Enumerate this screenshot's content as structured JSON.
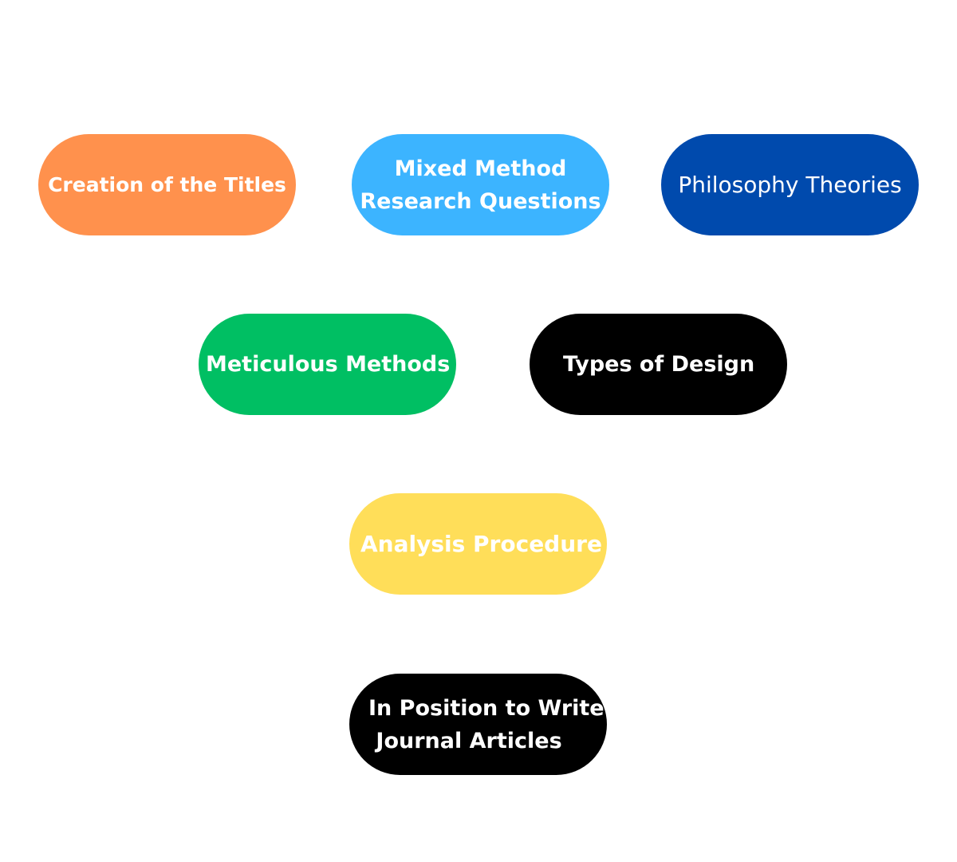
{
  "diagram": {
    "nodes": [
      {
        "label": "Creation of the Titles",
        "color": "#FF914D",
        "text_color": "#FFFFFF"
      },
      {
        "label": "Mixed Method\nResearch Questions",
        "color": "#3CB4FF",
        "text_color": "#FFFFFF"
      },
      {
        "label": "Philosophy Theories",
        "color": "#004AAD",
        "text_color": "#FFFFFF"
      },
      {
        "label": "Meticulous Methods",
        "color": "#00BF63",
        "text_color": "#FFFFFF"
      },
      {
        "label": "Types of Design",
        "color": "#000000",
        "text_color": "#FFFFFF"
      },
      {
        "label": "Analysis Procedure",
        "color": "#FFDE59",
        "text_color": "#FFFFFF"
      },
      {
        "label": "In Position to Write\n Journal Articles",
        "color": "#000000",
        "text_color": "#FFFFFF"
      }
    ]
  }
}
